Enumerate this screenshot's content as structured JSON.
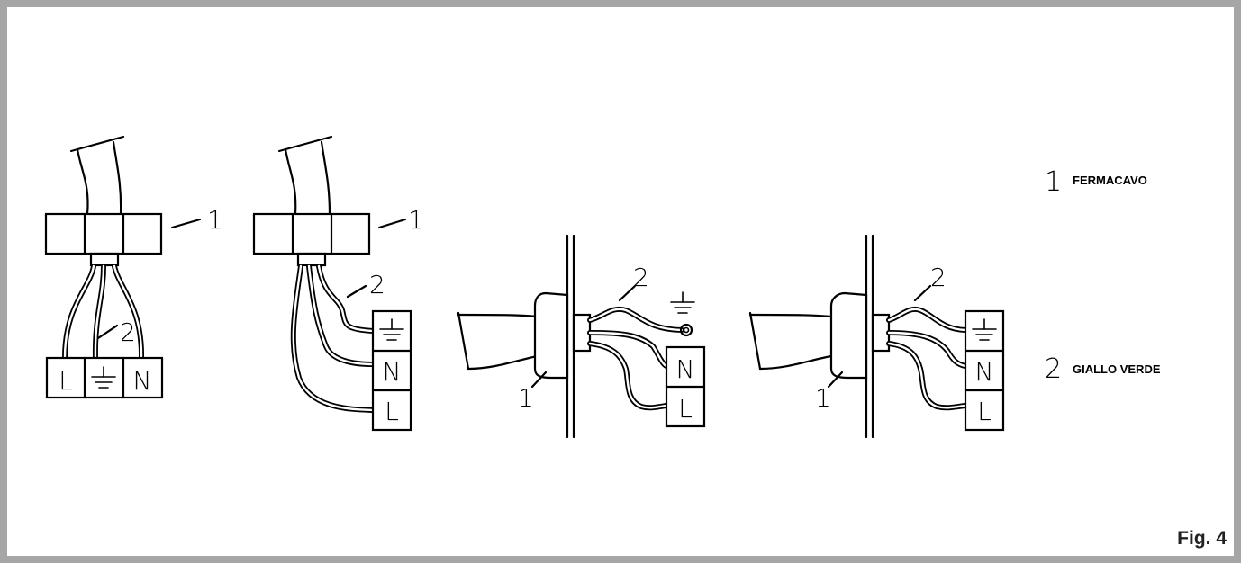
{
  "figure_label": "Fig. 4",
  "callouts": {
    "one": "1",
    "two": "2"
  },
  "terminals": {
    "L": "L",
    "N": "N"
  },
  "legend": [
    {
      "number": "1",
      "text": "FERMACAVO"
    },
    {
      "number": "2",
      "text": "GIALLO VERDE"
    }
  ],
  "colors": {
    "frame": "#a6a6a6",
    "line": "#000000",
    "background": "#ffffff"
  }
}
